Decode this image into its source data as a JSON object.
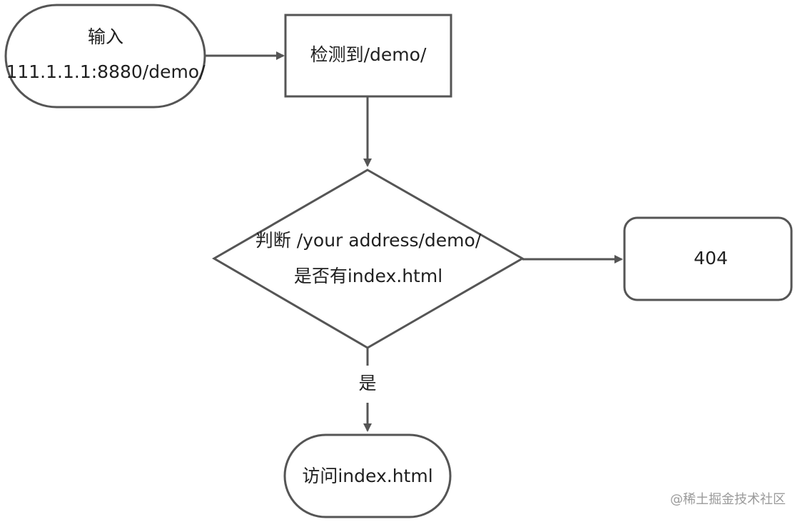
{
  "nodes": {
    "start": {
      "line1": "输入",
      "line2": "111.1.1.1:8880/demo/"
    },
    "detect": {
      "label": "检测到/demo/"
    },
    "decision": {
      "line1": "判断  /your address/demo/",
      "line2": "是否有index.html"
    },
    "not_found": {
      "label": "404"
    },
    "visit": {
      "label": "访问index.html"
    }
  },
  "edges": {
    "yes_label": "是"
  },
  "watermark": "@稀土掘金技术社区",
  "colors": {
    "stroke": "#555555",
    "text": "#1f1f1f",
    "watermark": "#9a9a9a"
  }
}
